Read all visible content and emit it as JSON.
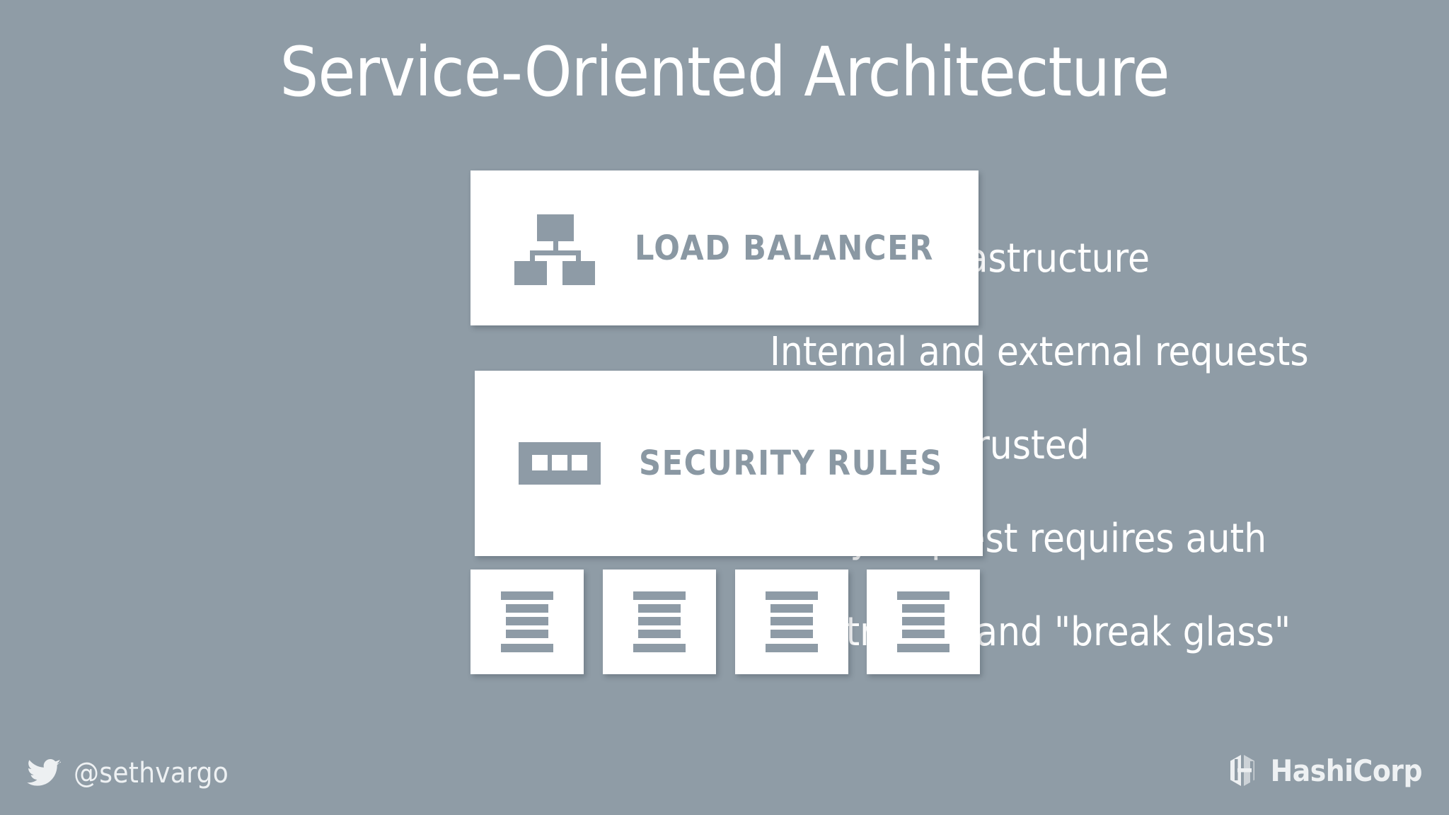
{
  "slide": {
    "title": "Service-Oriented Architecture",
    "background_color": "#8f9ca6",
    "card_color": "#ffffff",
    "icon_color": "#8e9ba6",
    "text_color": "#ffffff",
    "card_label_color": "#8a98a3"
  },
  "bullets": [
    {
      "text": "Shared infrastructure"
    },
    {
      "text": "Internal and external requests"
    },
    {
      "text": "Nothing is trusted"
    },
    {
      "text": "Every request requires auth"
    },
    {
      "text": "Exfiltration and \"break glass\""
    }
  ],
  "cards": [
    {
      "label": "LOAD BALANCER",
      "icon": "sitemap-icon"
    },
    {
      "label": "SECURITY RULES",
      "icon": "firewall-rack-icon"
    }
  ],
  "doc_cards": [
    {
      "icon": "document-icon"
    },
    {
      "icon": "document-icon"
    },
    {
      "icon": "document-icon"
    },
    {
      "icon": "document-icon"
    }
  ],
  "footer": {
    "twitter_icon": "twitter-bird-icon",
    "twitter_handle": "@sethvargo",
    "brand_icon": "hashicorp-logo-icon",
    "brand_name": "HashiCorp"
  }
}
